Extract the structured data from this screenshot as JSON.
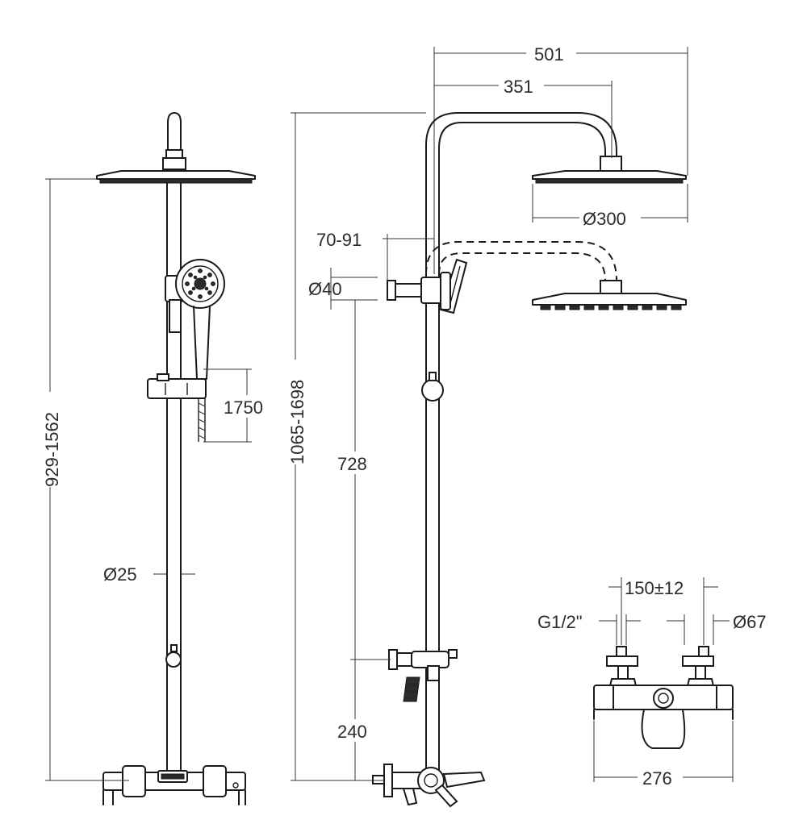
{
  "dimensions": {
    "overall_width": "501",
    "arm_length": "351",
    "head_diameter": "Ø300",
    "wall_offset": "70-91",
    "bracket_diameter": "Ø40",
    "hose_length": "1750",
    "adjust_height_left": "929-1562",
    "adjust_height_side": "1065-1698",
    "slide_height": "728",
    "lower_height": "240",
    "rail_diameter": "Ø25",
    "center_distance": "150±12",
    "thread": "G1/2\"",
    "cover_diameter": "Ø67",
    "valve_width": "276"
  }
}
